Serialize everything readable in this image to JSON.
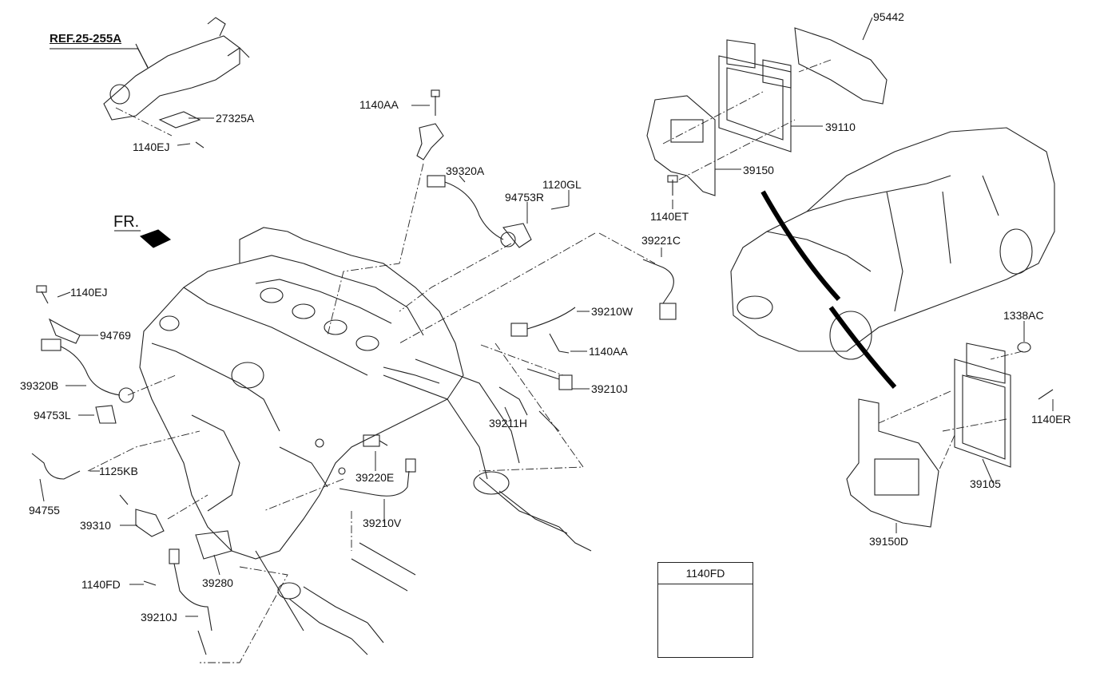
{
  "diagram": {
    "ref_label": "REF.25-255A",
    "front_label": "FR.",
    "part_labels": {
      "p27325A": "27325A",
      "p1140EJ_top": "1140EJ",
      "p1140AA_top": "1140AA",
      "p39320A": "39320A",
      "p1120GL": "1120GL",
      "p94753R": "94753R",
      "p39221C": "39221C",
      "p1140EJ_left": "1140EJ",
      "p94769": "94769",
      "p39320B": "39320B",
      "p94753L": "94753L",
      "p39210W": "39210W",
      "p1140AA_mid": "1140AA",
      "p39210J_right": "39210J",
      "p39211H": "39211H",
      "p39220E": "39220E",
      "p1125KB": "1125KB",
      "p94755": "94755",
      "p39310": "39310",
      "p39210V": "39210V",
      "p1140FD": "1140FD",
      "p39280": "39280",
      "p39210J_bottom": "39210J",
      "p95442": "95442",
      "p39110": "39110",
      "p39150": "39150",
      "p1140ET": "1140ET",
      "p1338AC": "1338AC",
      "p1140ER": "1140ER",
      "p39105": "39105",
      "p39150D": "39150D"
    },
    "inset_title": "1140FD"
  }
}
